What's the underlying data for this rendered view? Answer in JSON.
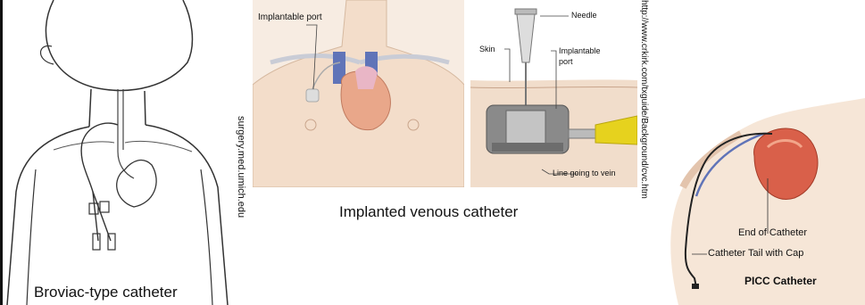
{
  "panels": {
    "broviac": {
      "caption": "Broviac-type catheter"
    },
    "implanted": {
      "caption": "Implanted venous catheter",
      "chest_label": "Implantable port",
      "cross_section": {
        "needle": "Needle",
        "skin": "Skin",
        "implantable": "Implantable",
        "port": "port",
        "line": "Line going to vein"
      },
      "credit_left": "surgery.med.umich.edu",
      "credit_right": "http://www.crkirk.com/txguide/Background/cvc.htm"
    },
    "picc": {
      "end_label": "End of Catheter",
      "tail_label": "Catheter Tail with Cap",
      "title": "PICC Catheter"
    }
  },
  "colors": {
    "skin": "#f3ddca",
    "heart": "#d9604a",
    "tube_yellow": "#e6d21e",
    "port_gray": "#8a8a8a"
  }
}
